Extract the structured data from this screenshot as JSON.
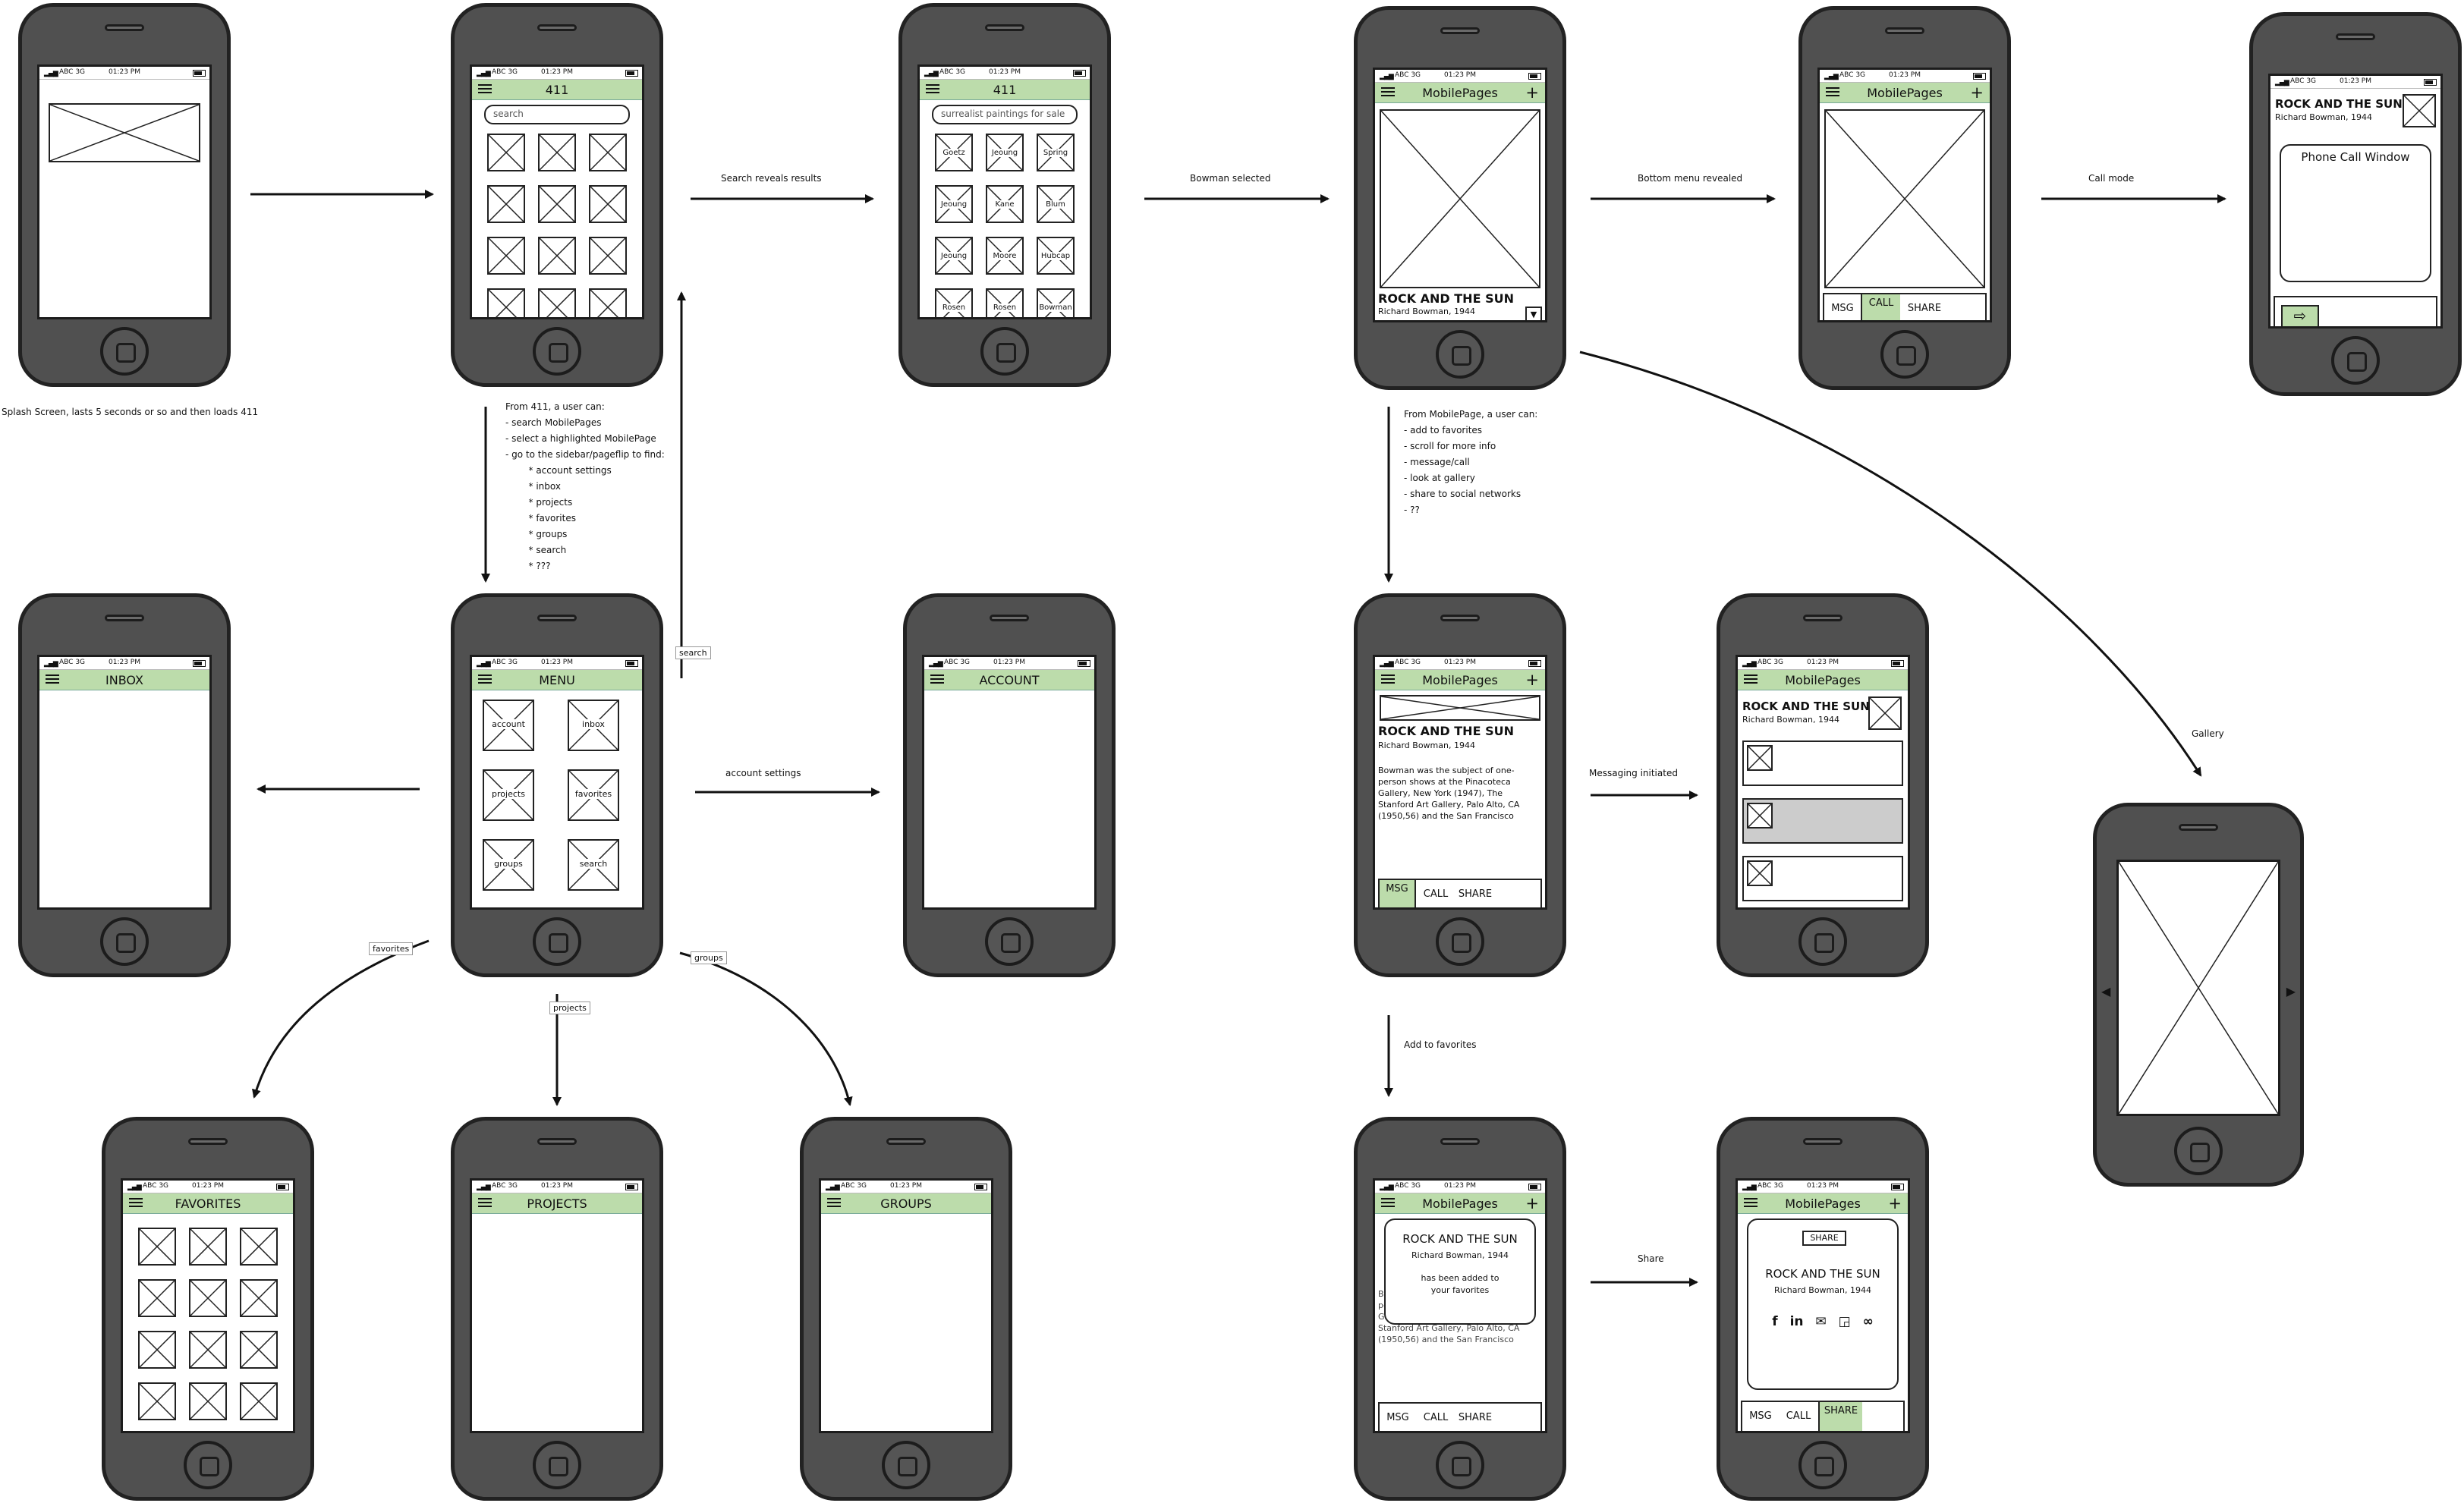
{
  "status": {
    "carrier": "ABC 3G",
    "time": "01:23 PM"
  },
  "screens": {
    "menu_title": "MENU",
    "title_411": "411",
    "search_placeholder": "search",
    "search_query": "surrealist paintings for sale",
    "results": [
      "Goetz",
      "Jeoung",
      "Spring",
      "Jeoung",
      "Kane",
      "Blum",
      "Jeoung",
      "Moore",
      "Hubcap",
      "Rosen",
      "Rosen",
      "Bowman"
    ],
    "mobilepages_title": "MobilePages",
    "artwork_title": "ROCK AND THE SUN",
    "artist": "Richard Bowman, 1944",
    "artwork_desc_lines": [
      "Bowman was the subject of one-",
      "person shows at the Pinacoteca",
      "Gallery, New York (1947), The",
      "Stanford Art Gallery, Palo Alto, CA",
      "(1950,56) and the San Francisco"
    ],
    "phone_call_window": "Phone Call Window",
    "added_msg_1": "has been added to",
    "added_msg_2": "your favorites",
    "share_header": "SHARE",
    "bottom_msg": "MSG",
    "bottom_call": "CALL",
    "bottom_share": "SHARE",
    "inbox_title": "INBOX",
    "account_title": "ACCOUNT",
    "favorites_title": "FAVORITES",
    "projects_title": "PROJECTS",
    "groups_title": "GROUPS",
    "menu_items": [
      "account",
      "inbox",
      "projects",
      "favorites",
      "groups",
      "search"
    ]
  },
  "annotations": {
    "splash": "Splash Screen, lasts 5 seconds or so and then loads 411",
    "search_reveals": "Search reveals results",
    "bowman_selected": "Bowman selected",
    "bottom_menu_revealed": "Bottom menu revealed",
    "call_mode": "Call mode",
    "gallery": "Gallery",
    "account_settings": "account settings",
    "messaging_initiated": "Messaging initiated",
    "add_to_favorites": "Add to favorites",
    "share": "Share",
    "search_tag": "search",
    "favorites_tag": "favorites",
    "projects_tag": "projects",
    "groups_tag": "groups"
  },
  "from_411_note": [
    "From 411, a user can:",
    "- search MobilePages",
    "- select a highlighted MobilePage",
    "- go to the sidebar/pageflip to find:",
    "        * account settings",
    "        * inbox",
    "        * projects",
    "        * favorites",
    "        * groups",
    "        * search",
    "        * ???"
  ],
  "from_mobilepage_note": [
    "From MobilePage, a user can:",
    "- add to favorites",
    "- scroll for more info",
    "- message/call",
    "- look at gallery",
    "- share to social networks",
    "- ??"
  ],
  "colors": {
    "titlebar": "#bcdcab",
    "phone_body": "#505050",
    "highlight_row": "#cccccc"
  }
}
